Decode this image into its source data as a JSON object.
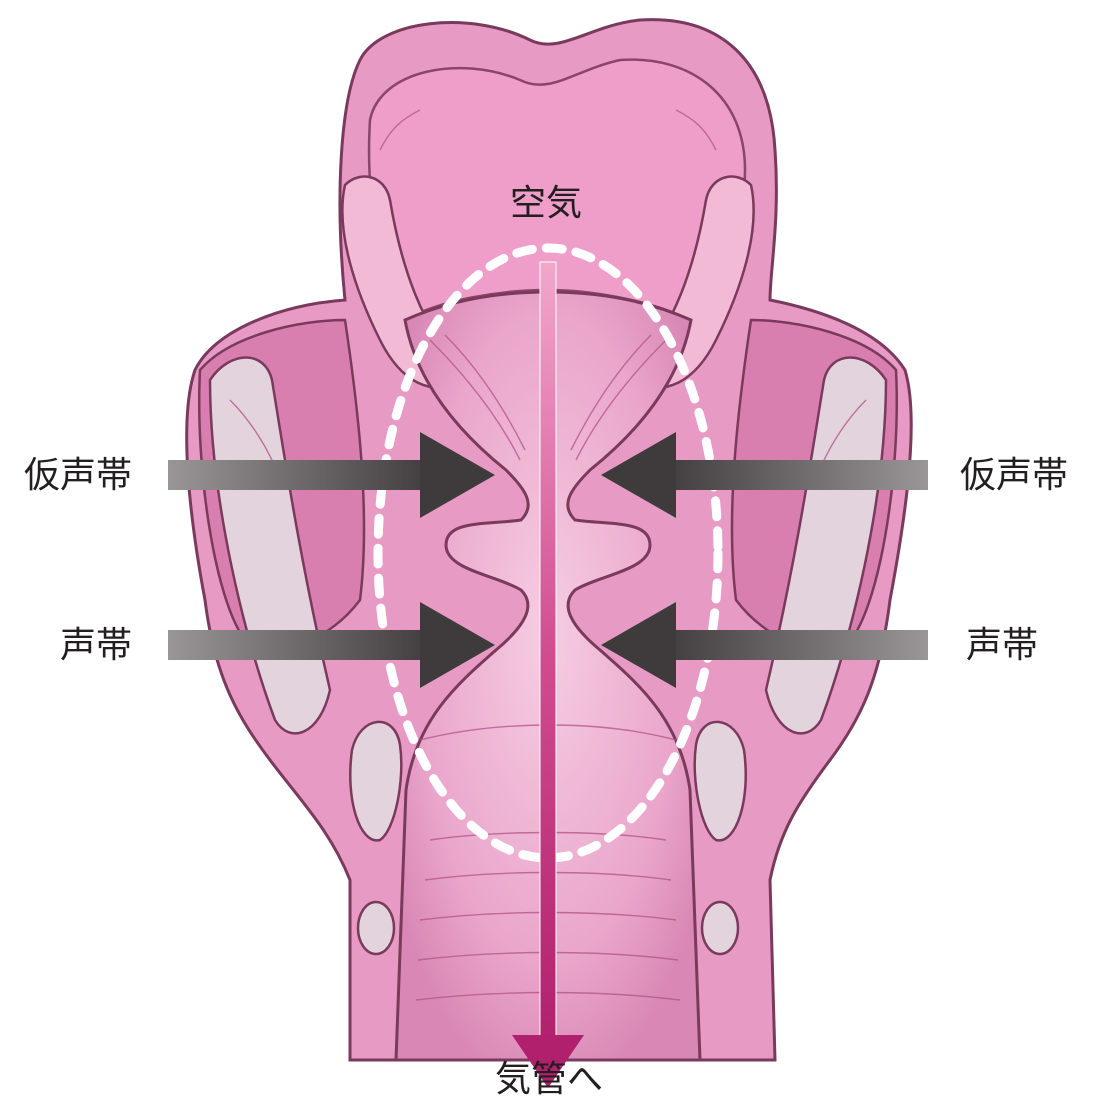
{
  "labels": {
    "air": "空気",
    "trachea": "気管へ",
    "false_cords_left": "仮声帯",
    "false_cords_right": "仮声帯",
    "vocal_cords_left": "声帯",
    "vocal_cords_right": "声帯"
  },
  "colors": {
    "tissue": "#e79ac4",
    "tissue_light": "#f5c6de",
    "tissue_dark": "#c9679d",
    "outline": "#7a3a5c",
    "cartilage": "#e2d3dc",
    "arrow_dark": "#4a4647",
    "arrow_light": "#8c8788",
    "airflow": "#c2337f",
    "dashed": "#ffffff"
  }
}
